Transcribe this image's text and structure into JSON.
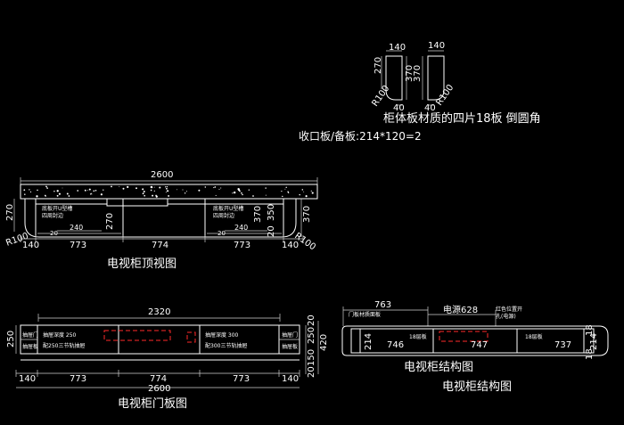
{
  "profiles": {
    "left": {
      "top": "140",
      "left": "270",
      "right": "370",
      "bottom": "40",
      "radius": "R100"
    },
    "right": {
      "top": "140",
      "right": "370",
      "bottom": "40",
      "radius": "R100"
    },
    "caption": "柜体板材质的四片18板 倒圆角",
    "closing_board": "收口板/备板:214*120=2"
  },
  "top_view": {
    "title": "电视柜顶视图",
    "overall": "2600",
    "segments": [
      "140",
      "773",
      "774",
      "773",
      "140"
    ],
    "left_height": "270",
    "right_height": "370",
    "mid_height": "270",
    "inner_350": "350",
    "inner_370": "370",
    "inner_20": "20",
    "r_left": "R100",
    "r_right": "R100",
    "left_note1": "底板开U型槽",
    "left_note2": "四周封边",
    "right_note1": "底板开U型槽",
    "right_note2": "四周封边",
    "slot_left": "240",
    "slot_right": "240",
    "slot_left_small": "20",
    "slot_right_small": "20"
  },
  "door_view": {
    "title": "电视柜门板图",
    "top_dim": "2320",
    "overall": "2600",
    "segments": [
      "140",
      "773",
      "774",
      "773",
      "140"
    ],
    "left_h": "250",
    "right_dims": [
      "20",
      "250",
      "420",
      "150",
      "20"
    ],
    "left_label1": "抽屉门",
    "left_label2": "抽屉板",
    "right_label1": "抽屉门",
    "right_label2": "抽屉板",
    "note_left1": "抽屉深度 250",
    "note_left2": "配250三节轨抽屉",
    "note_right1": "抽屉深度 300",
    "note_right2": "配300三节轨抽屉"
  },
  "structure_view": {
    "title": "电视柜结构图",
    "title2": "电视柜结构图",
    "top_dim": "763",
    "power_dim": "电源628",
    "left_note": "门板材质面板",
    "right_note1": "红色位置开",
    "right_note2": "孔(电源)",
    "mid_label1": "18层板",
    "mid_label2": "18层板",
    "bays": [
      "746",
      "747",
      "737"
    ],
    "left_h": "214",
    "right_h1": "18",
    "right_h2": "214",
    "right_h3": "18"
  }
}
